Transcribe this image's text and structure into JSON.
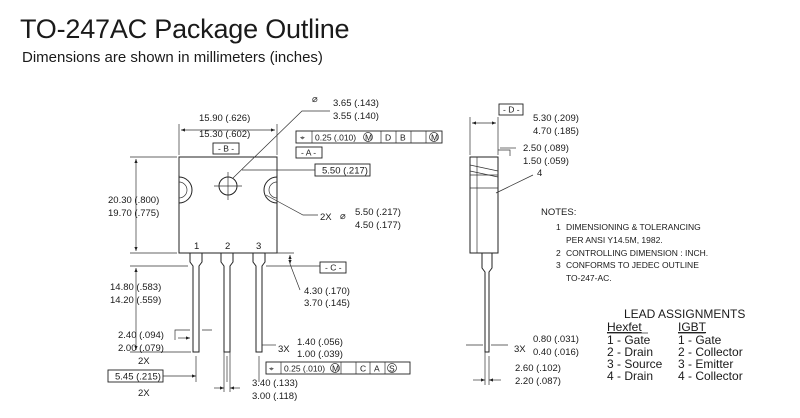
{
  "title": "TO-247AC Package Outline",
  "subtitle": "Dimensions are shown in millimeters (inches)",
  "front_view": {
    "width_max": "15.90 (.626)",
    "width_min": "15.30 (.602)",
    "datum_b": "- B -",
    "hole_dia_max": "3.65 (.143)",
    "hole_dia_min": "3.55 (.140)",
    "position_tol": {
      "value": "0.25 (.010)",
      "modifier": "M",
      "datum1": "D",
      "datum2": "B",
      "datum3_mod": "M"
    },
    "datum_a": "- A -",
    "hole_offset": "5.50 (.217)",
    "body_height_max": "20.30 (.800)",
    "body_height_min": "19.70 (.775)",
    "slot_count": "2X",
    "slot_max": "5.50 (.217)",
    "slot_min": "4.50 (.177)",
    "pin_labels": [
      "1",
      "2",
      "3"
    ],
    "datum_c": "- C -",
    "lead_length_max": "14.80 (.583)",
    "lead_length_min": "14.20 (.559)",
    "shoulder_max": "4.30 (.170)",
    "shoulder_min": "3.70 (.145)",
    "lead_width_max": "2.40 (.094)",
    "lead_width_min": "2.00 (.079)",
    "lead_width_count": "2X",
    "pitch": "5.45 (.215)",
    "pitch_count": "2X",
    "lead_thick_count": "3X",
    "lead_thick_max": "1.40 (.056)",
    "lead_thick_min": "1.00 (.039)",
    "bottom_tol": {
      "value": "0.25 (.010)",
      "modifier": "M",
      "datum1": "C",
      "datum2": "A",
      "datum3_mod": "S"
    },
    "center_width_max": "3.40 (.133)",
    "center_width_min": "3.00 (.118)"
  },
  "side_view": {
    "datum_d": "- D -",
    "thick_max": "5.30 (.209)",
    "thick_min": "4.70 (.185)",
    "tab_max": "2.50 (.089)",
    "tab_min": "1.50 (.059)",
    "note_ref": "4",
    "lead_count": "3X",
    "lead_max": "0.80 (.031)",
    "lead_min": "0.40 (.016)",
    "offset_max": "2.60 (.102)",
    "offset_min": "2.20 (.087)"
  },
  "notes": {
    "heading": "NOTES:",
    "items": [
      {
        "num": "1",
        "line1": "DIMENSIONING & TOLERANCING",
        "line2": "PER ANSI Y14.5M, 1982."
      },
      {
        "num": "2",
        "line1": "CONTROLLING DIMENSION : INCH.",
        "line2": ""
      },
      {
        "num": "3",
        "line1": "CONFORMS TO JEDEC OUTLINE",
        "line2": "TO-247-AC."
      }
    ]
  },
  "lead_assignments": {
    "heading": "LEAD ASSIGNMENTS",
    "col1_header": "Hexfet",
    "col2_header": "IGBT",
    "col1": [
      "1 - Gate",
      "2 - Drain",
      "3 - Source",
      "4 - Drain"
    ],
    "col2": [
      "1 - Gate",
      "2 - Collector",
      "3 - Emitter",
      "4 - Collector"
    ]
  }
}
